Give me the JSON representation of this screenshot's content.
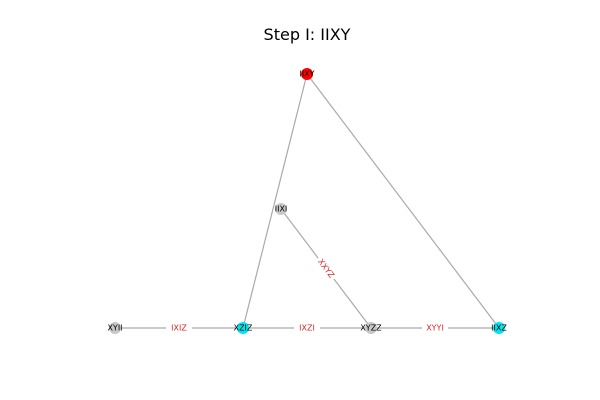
{
  "title": "Step I: IIXY",
  "colors": {
    "edge": "#aaaaaa",
    "edge_label": "#d62728",
    "highlight": "#ff0000",
    "frontier": "#00e5ee",
    "default": "#c8c8c8"
  },
  "nodes": [
    {
      "id": "IIXY",
      "label": "IIXY",
      "state": "highlight"
    },
    {
      "id": "IIXI",
      "label": "IIXI",
      "state": "default"
    },
    {
      "id": "XYII",
      "label": "XYII",
      "state": "default"
    },
    {
      "id": "XZIZ",
      "label": "XZIZ",
      "state": "frontier"
    },
    {
      "id": "XYZZ",
      "label": "XYZZ",
      "state": "default"
    },
    {
      "id": "IIXZ",
      "label": "IIXZ",
      "state": "frontier"
    }
  ],
  "edges": [
    {
      "source": "IIXY",
      "target": "XZIZ",
      "label": ""
    },
    {
      "source": "IIXY",
      "target": "IIXZ",
      "label": ""
    },
    {
      "source": "IIXI",
      "target": "XYZZ",
      "label": "XXYZ"
    },
    {
      "source": "XYII",
      "target": "XZIZ",
      "label": "IXIZ"
    },
    {
      "source": "XZIZ",
      "target": "XYZZ",
      "label": "IXZI"
    },
    {
      "source": "XYZZ",
      "target": "IIXZ",
      "label": "XYYI"
    }
  ]
}
